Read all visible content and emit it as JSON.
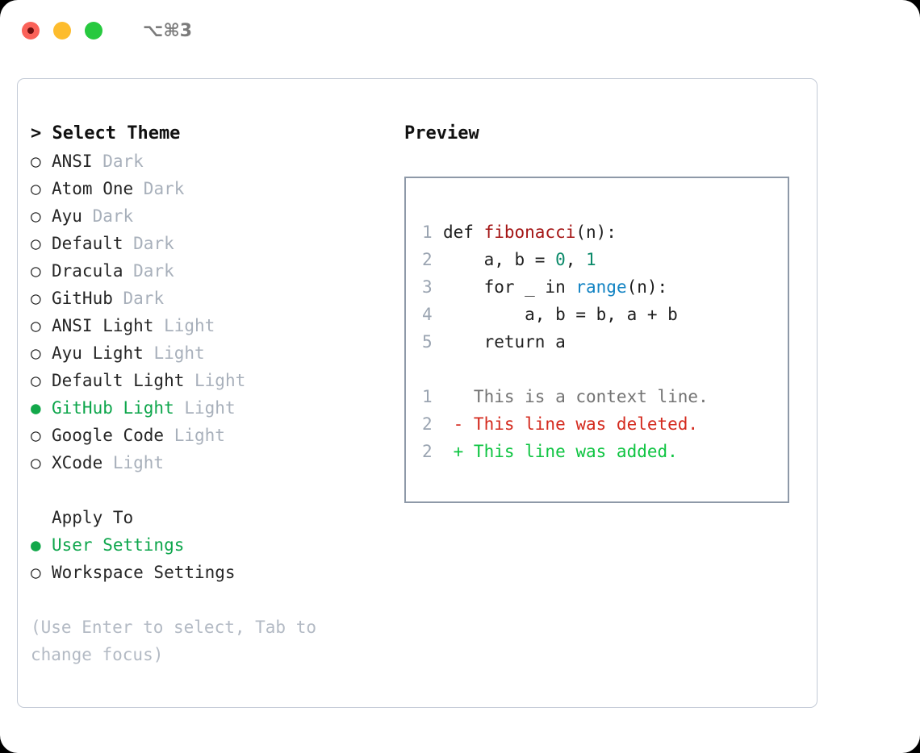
{
  "titlebar": {
    "shortcut": "⌥⌘3",
    "traffic_lights": [
      {
        "name": "close",
        "color": "#fa6259"
      },
      {
        "name": "minimize",
        "color": "#fdbc2d"
      },
      {
        "name": "maximize",
        "color": "#27c93f"
      }
    ]
  },
  "theme_picker": {
    "header": "> Select Theme",
    "bullet_empty": "○",
    "bullet_filled": "●",
    "items": [
      {
        "name": "ANSI",
        "variant": "Dark",
        "selected": false
      },
      {
        "name": "Atom One",
        "variant": "Dark",
        "selected": false
      },
      {
        "name": "Ayu",
        "variant": "Dark",
        "selected": false
      },
      {
        "name": "Default",
        "variant": "Dark",
        "selected": false
      },
      {
        "name": "Dracula",
        "variant": "Dark",
        "selected": false
      },
      {
        "name": "GitHub",
        "variant": "Dark",
        "selected": false
      },
      {
        "name": "ANSI Light",
        "variant": "Light",
        "selected": false
      },
      {
        "name": "Ayu Light",
        "variant": "Light",
        "selected": false
      },
      {
        "name": "Default Light",
        "variant": "Light",
        "selected": false
      },
      {
        "name": "GitHub Light",
        "variant": "Light",
        "selected": true
      },
      {
        "name": "Google Code",
        "variant": "Light",
        "selected": false
      },
      {
        "name": "XCode",
        "variant": "Light",
        "selected": false
      }
    ]
  },
  "apply_to": {
    "header": "Apply To",
    "options": [
      {
        "label": "User Settings",
        "selected": true
      },
      {
        "label": "Workspace Settings",
        "selected": false
      }
    ]
  },
  "hint": {
    "line1": "(Use Enter to select, Tab to",
    "line2": "change focus)"
  },
  "preview": {
    "title": "Preview",
    "code_lines": [
      {
        "number": "1",
        "tokens": [
          {
            "text": "def ",
            "kind": "plain"
          },
          {
            "text": "fibonacci",
            "kind": "fn"
          },
          {
            "text": "(n):",
            "kind": "plain"
          }
        ]
      },
      {
        "number": "2",
        "tokens": [
          {
            "text": "    a, b = ",
            "kind": "plain"
          },
          {
            "text": "0",
            "kind": "num"
          },
          {
            "text": ", ",
            "kind": "plain"
          },
          {
            "text": "1",
            "kind": "num"
          }
        ]
      },
      {
        "number": "3",
        "tokens": [
          {
            "text": "    for _ in ",
            "kind": "plain"
          },
          {
            "text": "range",
            "kind": "call"
          },
          {
            "text": "(n):",
            "kind": "plain"
          }
        ]
      },
      {
        "number": "4",
        "tokens": [
          {
            "text": "        a, b = b, a + b",
            "kind": "plain"
          }
        ]
      },
      {
        "number": "5",
        "tokens": [
          {
            "text": "    return a",
            "kind": "plain"
          }
        ]
      }
    ],
    "diff_lines": [
      {
        "number": "1",
        "marker": " ",
        "text": " This is a context line.",
        "kind": "ctx"
      },
      {
        "number": "2",
        "marker": "-",
        "text": " This line was deleted.",
        "kind": "del"
      },
      {
        "number": "2",
        "marker": "+",
        "text": " This line was added.",
        "kind": "add"
      }
    ]
  },
  "colors": {
    "accent_green": "#0ea64c",
    "muted": "#a8b0bb",
    "function_red": "#a41515",
    "number_teal": "#0b8a6a",
    "call_blue": "#1283c3",
    "diff_add": "#0ec441",
    "diff_del": "#d42a1e",
    "panel_border": "#c3cad6",
    "preview_border": "#8e99a8"
  }
}
